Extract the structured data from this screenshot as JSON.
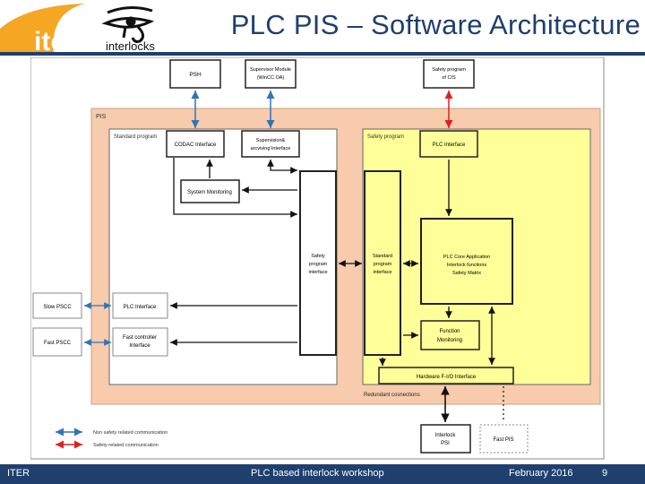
{
  "header": {
    "title": "PLC PIS – Software Architecture",
    "logo_text": "iter",
    "logo_subtitle": "interlocks"
  },
  "external": {
    "psh": "PSH",
    "supervisor_l1": "Supervisor Module",
    "supervisor_l2": "(WinCC OA)",
    "safety_prog_l1": "Safety program",
    "safety_prog_l2": "of CIS"
  },
  "pis": {
    "label": "PIS",
    "standard_program": "Standard program",
    "codac_interface": "CODAC Interface",
    "supervision_l1": "Supervision&",
    "supervision_l2": "arcviving Interface",
    "system_monitoring": "System Monitoring",
    "safety_iface_l1": "Safety",
    "safety_iface_l2": "program",
    "safety_iface_l3": "interface",
    "safety_program": "Safety program",
    "plc_interface_safety": "PLC Interface",
    "std_iface_l1": "Standard",
    "std_iface_l2": "program",
    "std_iface_l3": "interface",
    "core_l1": "PLC Core Application",
    "core_l2": "Interlock functions",
    "core_l3": "Safety Matrix",
    "function_mon_l1": "Function",
    "function_mon_l2": "Monitoring",
    "hw_fio": "Hardware F-I/O Interface",
    "redundant": "Redundant cosnections",
    "plc_interface_std": "PLC Interface",
    "fast_ctrl_l1": "Fast controller",
    "fast_ctrl_l2": "Interface"
  },
  "left": {
    "slow_pscc": "Slow PSCC",
    "fast_pscc": "Fast PSCC"
  },
  "bottom": {
    "interlock_l1": "Interlock",
    "interlock_l2": "PSI",
    "fast_pis": "Fast PIS"
  },
  "legend": {
    "non_safety": "Non safety related communication",
    "safety": "Safety-related communication"
  },
  "footer": {
    "org": "ITER",
    "event": "PLC based interlock workshop",
    "date": "February 2016",
    "page": "9"
  },
  "colors": {
    "navy": "#1f3f6e",
    "pis_fill": "#f8cbad",
    "safety_fill": "#ffff99",
    "blue_arrow": "#2e75b6",
    "red_arrow": "#e02020",
    "logo_orange": "#f5a623"
  }
}
